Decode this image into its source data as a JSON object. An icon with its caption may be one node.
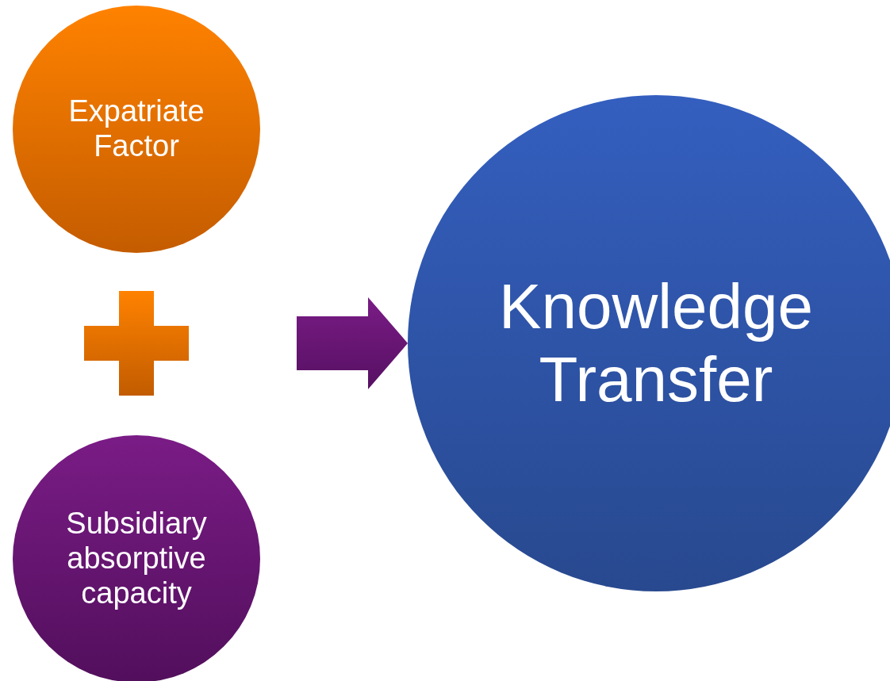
{
  "diagram": {
    "nodes": [
      {
        "text": [
          "Expatriate Factor"
        ]
      },
      {
        "text": [
          "Subsidiary absorptive capacity"
        ]
      },
      {
        "text": [
          "Knowledge Transfer"
        ]
      }
    ],
    "edges": [
      {
        "from": null,
        "to": 2,
        "arrow": "to"
      }
    ]
  }
}
